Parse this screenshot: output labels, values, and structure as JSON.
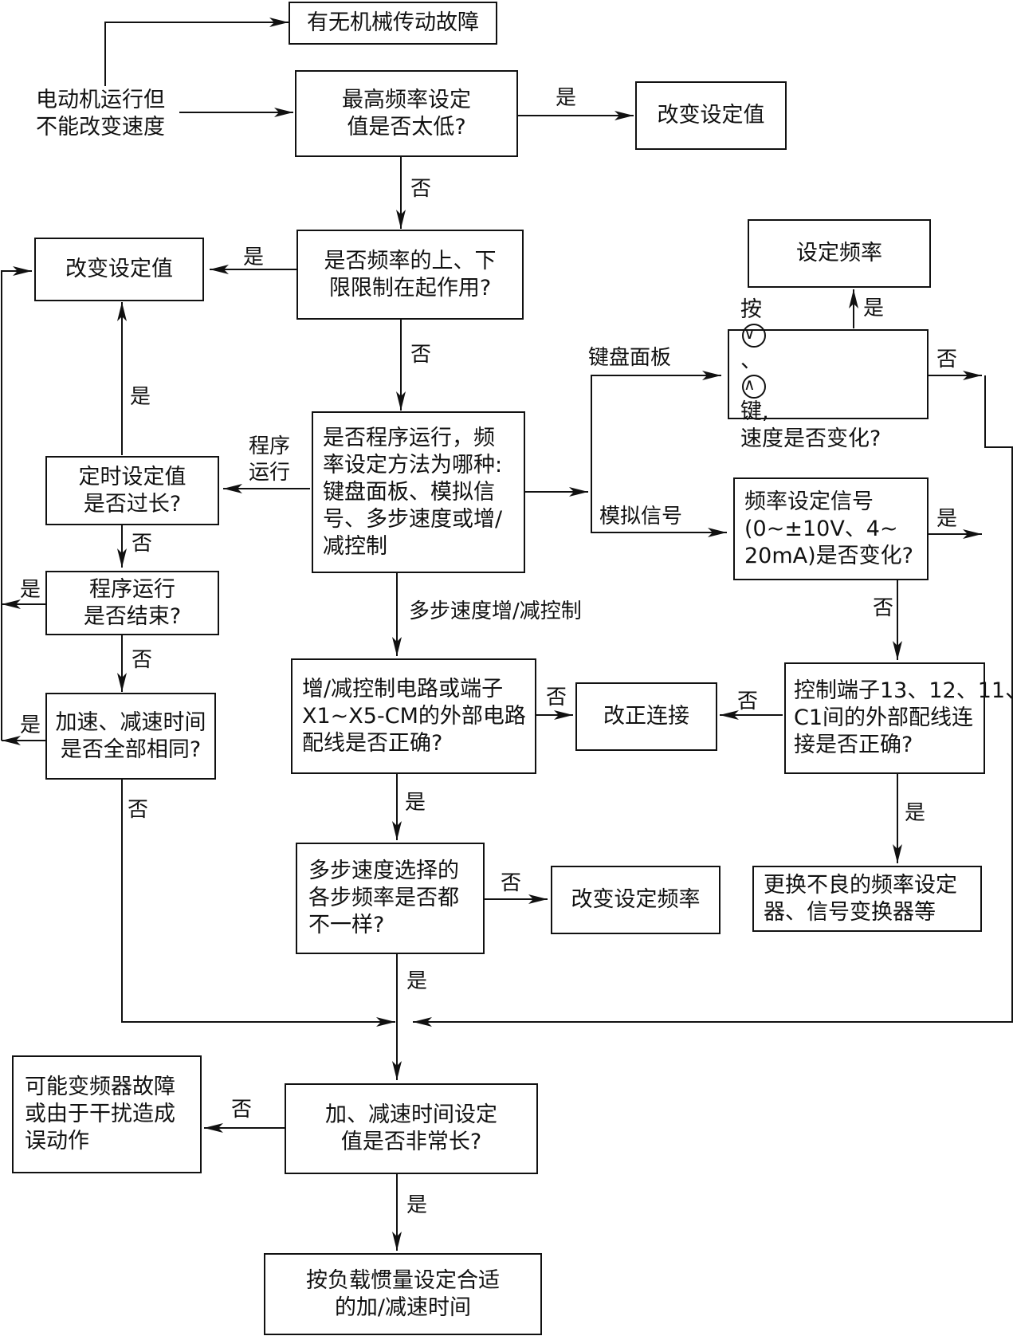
{
  "nodes": {
    "mech_fault": {
      "lines": [
        "有无机械传动故障"
      ]
    },
    "motor_no_speed": {
      "lines": [
        "电动机运行但",
        "不能改变速度"
      ]
    },
    "max_freq_low": {
      "lines": [
        "最高频率设定",
        "值是否太低?"
      ]
    },
    "change_set_1": {
      "lines": [
        "改变设定值"
      ]
    },
    "freq_limit": {
      "lines": [
        "是否频率的上、下",
        "限限制在起作用?"
      ]
    },
    "change_set_2": {
      "lines": [
        "改变设定值"
      ]
    },
    "set_freq": {
      "lines": [
        "设定频率"
      ]
    },
    "keypad_check": {
      "line1_prefix": "按",
      "down_key": "∨",
      "sep": "、",
      "up_key": "∧",
      "line1_suffix": "键,",
      "line2": "速度是否变化?"
    },
    "prog_run": {
      "lines": [
        "是否程序运行，频",
        "率设定方法为哪种:",
        "键盘面板、模拟信",
        "号、多步速度或增/",
        "减控制"
      ]
    },
    "timer_long": {
      "lines": [
        "定时设定值",
        "是否过长?"
      ]
    },
    "prog_end": {
      "lines": [
        "程序运行",
        "是否结束?"
      ]
    },
    "accel_same": {
      "lines": [
        "加速、减速时间",
        "是否全部相同?"
      ]
    },
    "analog_signal": {
      "lines": [
        "频率设定信号",
        "(0~±10V、4~",
        "20mA)是否变化?"
      ]
    },
    "updown_wiring": {
      "lines": [
        "增/减控制电路或端子",
        "X1~X5-CM的外部电路",
        "配线是否正确?"
      ]
    },
    "fix_connect": {
      "lines": [
        "改正连接"
      ]
    },
    "term_wiring": {
      "lines": [
        "控制端子13、12、11、",
        "C1间的外部配线连",
        "接是否正确?"
      ]
    },
    "multistep_same": {
      "lines": [
        "多步速度选择的",
        "各步频率是否都",
        "不一样?"
      ]
    },
    "change_freq": {
      "lines": [
        "改变设定频率"
      ]
    },
    "replace_parts": {
      "lines": [
        "更换不良的频率设定",
        "器、信号变换器等"
      ]
    },
    "inverter_fault": {
      "lines": [
        "可能变频器故障",
        "或由于干扰造成",
        "误动作"
      ]
    },
    "accel_long": {
      "lines": [
        "加、减速时间设定",
        "值是否非常长?"
      ]
    },
    "set_by_inertia": {
      "lines": [
        "按负载惯量设定合适",
        "的加/减速时间"
      ]
    }
  },
  "edge_labels": {
    "max_yes": "是",
    "max_no": "否",
    "limit_yes": "是",
    "limit_no": "否",
    "timer_yes": "是",
    "prog_branch": "程序\n运行",
    "prog_branch_1": "程序",
    "prog_branch_2": "运行",
    "keypad_branch": "键盘面板",
    "analog_branch": "模拟信号",
    "multistep_branch": "多步速度增/减控制",
    "setfreq_yes": "是",
    "keypad_no": "否",
    "analog_yes": "是",
    "analog_no": "否",
    "timer_no": "否",
    "progend_yes": "是",
    "progend_no": "否",
    "accel_yes": "是",
    "accel_no": "否",
    "updown_no": "否",
    "term_no": "否",
    "updown_yes": "是",
    "term_yes": "是",
    "multistep_no": "否",
    "multistep_yes": "是",
    "accellong_no": "否",
    "accellong_yes": "是"
  }
}
